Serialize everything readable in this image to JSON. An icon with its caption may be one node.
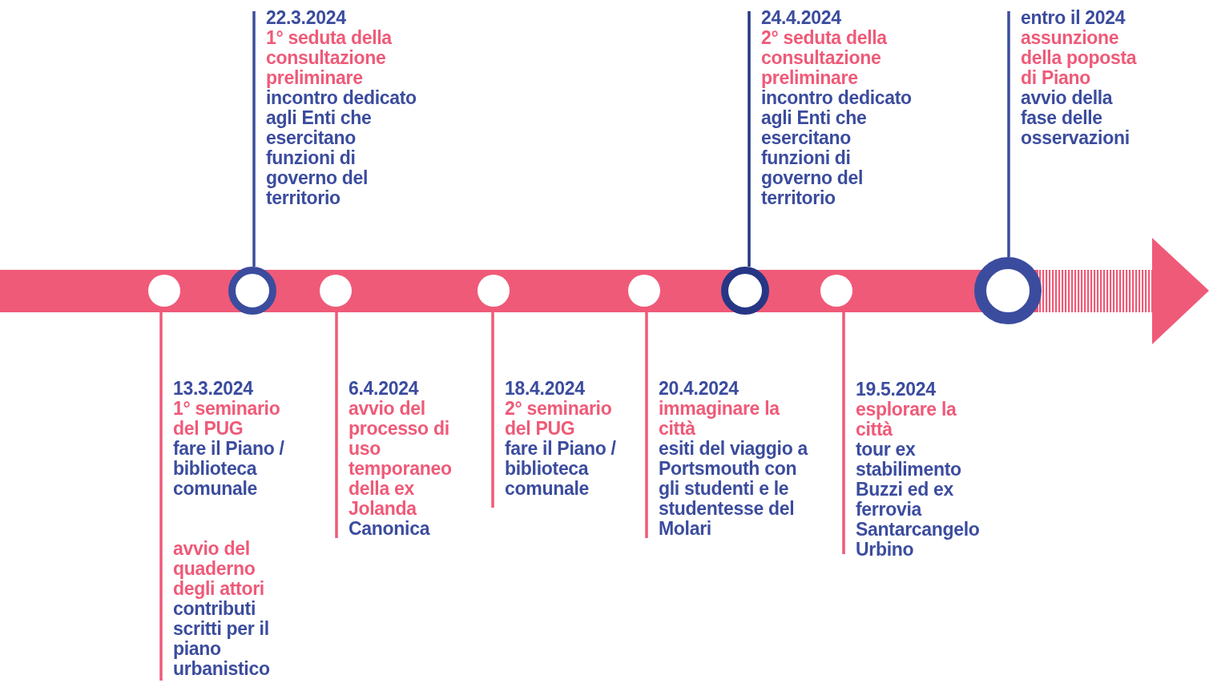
{
  "diagram": {
    "nodes": [
      {
        "text": [],
        "shape": "circle"
      },
      {
        "text": [],
        "shape": "circle"
      },
      {
        "text": [],
        "shape": "circle"
      },
      {
        "text": [],
        "shape": "circle"
      },
      {
        "text": [],
        "shape": "circle"
      },
      {
        "text": [],
        "shape": "circle"
      },
      {
        "text": [],
        "shape": "circle"
      },
      {
        "text": [],
        "shape": "circle"
      },
      {
        "text": [
          "13.3.2024",
          "1° seminario del PUG",
          "fare il Piano / biblioteca comunale",
          "avvio del quaderno degli attori",
          "contributi scritti per il piano urbanistico"
        ]
      },
      {
        "text": [
          "22.3.2024",
          "1° seduta della consultazione preliminare",
          "incontro dedicato agli Enti che esercitano funzioni di governo del territorio"
        ]
      },
      {
        "text": [
          "6.4.2024",
          "avvio del processo di uso temporaneo della ex Jolanda",
          "Canonica"
        ]
      },
      {
        "text": [
          "18.4.2024",
          "2° seminario del PUG",
          "fare il Piano / biblioteca comunale"
        ]
      },
      {
        "text": [
          "20.4.2024",
          "immaginare la città",
          "esiti del viaggio a Portsmouth con gli studenti e le studentesse del Molari"
        ]
      },
      {
        "text": [
          "24.4.2024",
          "2° seduta della consultazione preliminare",
          "incontro dedicato agli Enti che esercitano funzioni di governo del territorio"
        ]
      },
      {
        "text": [
          "19.5.2024",
          "esplorare la città",
          "tour ex stabilimento Buzzi ed ex ferrovia Santarcangelo Urbino"
        ]
      },
      {
        "text": [
          "entro il 2024",
          "assunzione della poposta di Piano",
          "avvio della fase delle osservazioni"
        ]
      }
    ],
    "edges": [
      {
        "from": 8,
        "to": 0,
        "arrow": "none"
      },
      {
        "from": 9,
        "to": 1,
        "arrow": "none",
        "color": "#3b4c9e"
      },
      {
        "from": 10,
        "to": 2,
        "arrow": "none"
      },
      {
        "from": 11,
        "to": 3,
        "arrow": "none"
      },
      {
        "from": 12,
        "to": 4,
        "arrow": "none"
      },
      {
        "from": 13,
        "to": 5,
        "arrow": "none",
        "color": "#263685"
      },
      {
        "from": 14,
        "to": 6,
        "arrow": "none"
      },
      {
        "from": 15,
        "to": 7,
        "arrow": "none",
        "color": "#3b4c9e"
      }
    ]
  }
}
